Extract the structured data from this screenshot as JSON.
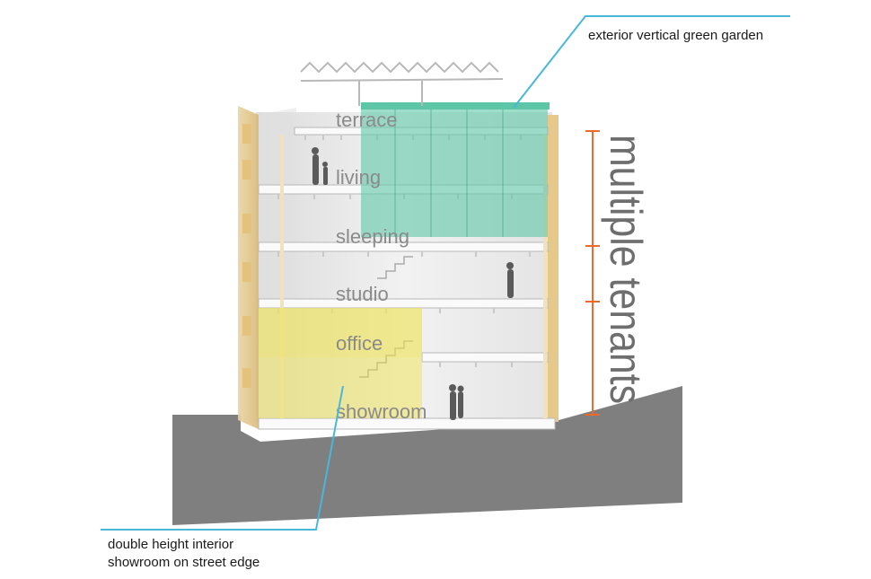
{
  "callouts": {
    "green_garden": "exterior vertical green garden",
    "showroom_line1": "double height interior",
    "showroom_line2": "showroom on street edge"
  },
  "floors": [
    "terrace",
    "living",
    "sleeping",
    "studio",
    "office",
    "showroom"
  ],
  "tenants_label": "multiple tenants",
  "colors": {
    "callout_line": "#49b6dc",
    "bracket": "#ee6a2a",
    "green_glass": "#5cc6a6",
    "yellow_volume": "#efe35c",
    "ground": "#7f7f7f",
    "timber": "#e7c98c"
  }
}
